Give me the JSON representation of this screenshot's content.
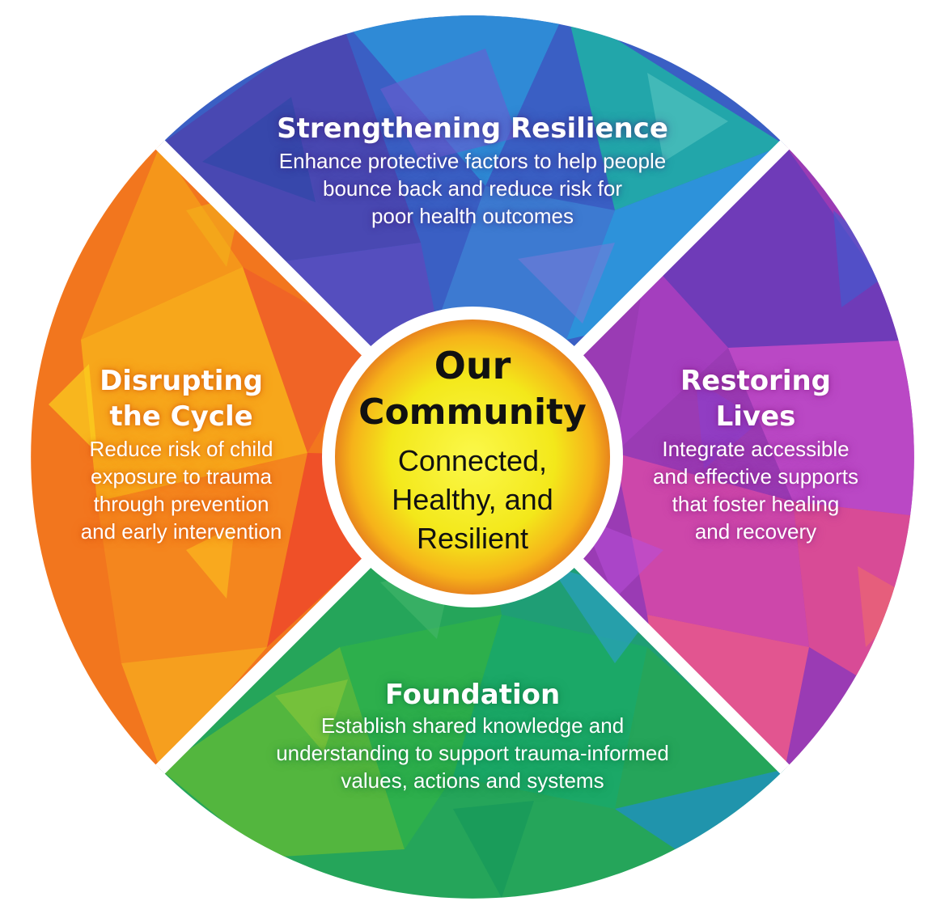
{
  "center": {
    "title_line1": "Our",
    "title_line2": "Community",
    "subtitle_line1": "Connected,",
    "subtitle_line2": "Healthy, and",
    "subtitle_line3": "Resilient"
  },
  "segments": {
    "top": {
      "title": "Strengthening Resilience",
      "desc_line1": "Enhance protective factors to help people",
      "desc_line2": "bounce back and reduce risk for",
      "desc_line3": "poor health outcomes"
    },
    "right": {
      "title_line1": "Restoring",
      "title_line2": "Lives",
      "desc_line1": "Integrate accessible",
      "desc_line2": "and effective supports",
      "desc_line3": "that foster healing",
      "desc_line4": "and recovery"
    },
    "bottom": {
      "title": "Foundation",
      "desc_line1": "Establish shared knowledge and",
      "desc_line2": "understanding to support trauma-informed",
      "desc_line3": "values, actions and systems"
    },
    "left": {
      "title_line1": "Disrupting",
      "title_line2": "the Cycle",
      "desc_line1": "Reduce risk of child",
      "desc_line2": "exposure to trauma",
      "desc_line3": "through prevention",
      "desc_line4": "and early intervention"
    }
  },
  "colors": {
    "top": "#3a63c8",
    "right": "#a33bb0",
    "bottom": "#22a85a",
    "left": "#f07a1e",
    "center": "#f2e61a",
    "separator": "#ffffff"
  }
}
